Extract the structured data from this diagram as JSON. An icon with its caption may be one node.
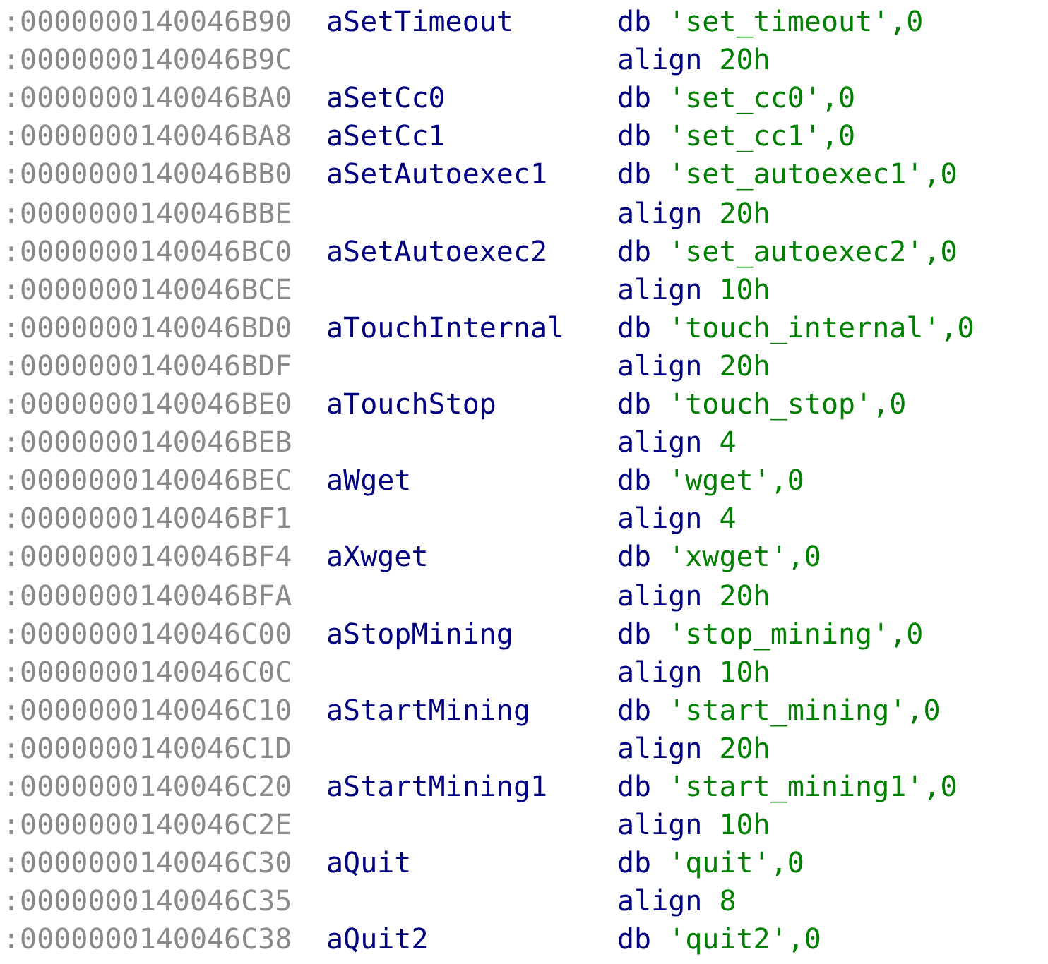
{
  "diagram": {
    "labels": [
      ":0000000140046B90",
      "aSetTimeout",
      "db",
      "'set_timeout',0",
      ":0000000140046B9C",
      "align",
      "20h",
      ":0000000140046BA0",
      "aSetCc0",
      "db",
      "'set_cc0',0",
      ":0000000140046BA8",
      "aSetCc1",
      "db",
      "'set_cc1',0",
      ":0000000140046BB0",
      "aSetAutoexec1",
      "db",
      "'set_autoexec1',0",
      ":0000000140046BBE",
      "align",
      "20h",
      ":0000000140046BC0",
      "aSetAutoexec2",
      "db",
      "'set_autoexec2',0",
      ":0000000140046BCE",
      "align",
      "10h",
      ":0000000140046BD0",
      "aTouchInternal",
      "db",
      "'touch_internal',0",
      ":0000000140046BDF",
      "align",
      "20h",
      ":0000000140046BE0",
      "aTouchStop",
      "db",
      "'touch_stop',0",
      ":0000000140046BEB",
      "align",
      "4",
      ":0000000140046BEC",
      "aWget",
      "db",
      "'wget',0",
      ":0000000140046BF1",
      "align",
      "4",
      ":0000000140046BF4",
      "aXwget",
      "db",
      "'xwget',0",
      ":0000000140046BFA",
      "align",
      "20h",
      ":0000000140046C00",
      "aStopMining",
      "db",
      "'stop_mining',0",
      ":0000000140046C0C",
      "align",
      "10h",
      ":0000000140046C10",
      "aStartMining",
      "db",
      "'start_mining',0",
      ":0000000140046C1D",
      "align",
      "20h",
      ":0000000140046C20",
      "aStartMining1",
      "db",
      "'start_mining1',0",
      ":0000000140046C2E",
      "align",
      "10h",
      ":0000000140046C30",
      "aQuit",
      "db",
      "'quit',0",
      ":0000000140046C35",
      "align",
      "8",
      ":0000000140046C38",
      "aQuit2",
      "db",
      "'quit2',0"
    ]
  }
}
